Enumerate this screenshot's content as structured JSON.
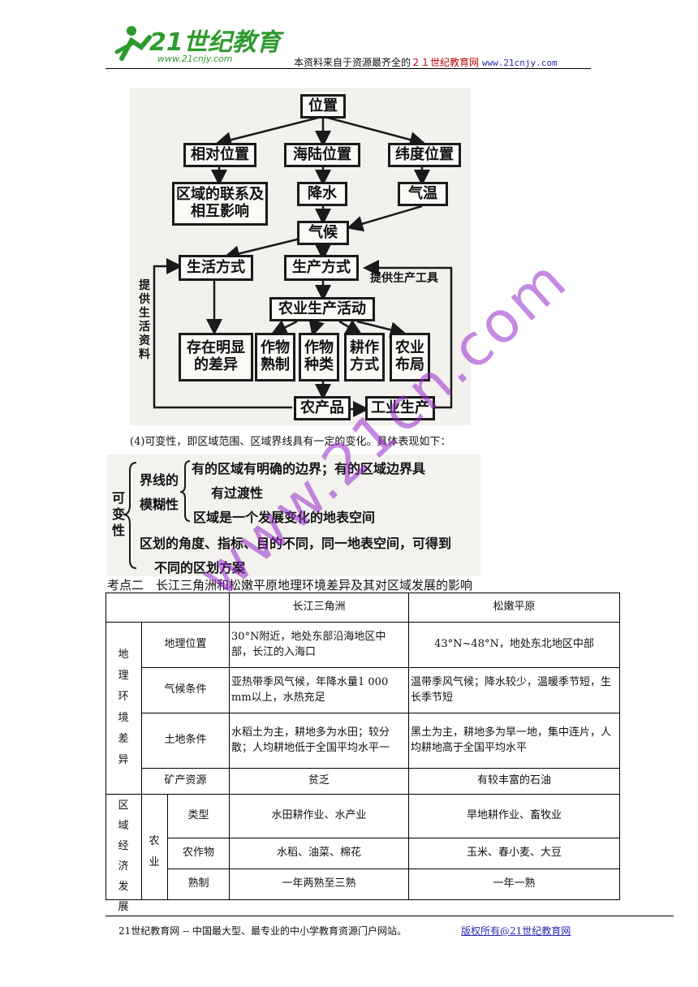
{
  "header": {
    "logo_text": "21世纪教育",
    "logo_url": "www.21cnjy.com",
    "line_prefix": "本资料来自于资源最齐全的",
    "line_brand": "２１世纪教育网",
    "line_url": "www.21cnjy.com"
  },
  "diagram": {
    "top": "位置",
    "relative": "相对位置",
    "landsea": "海陆位置",
    "latitude": "纬度位置",
    "link": "区域的联系及相互影响",
    "rain": "降水",
    "temp": "气温",
    "climate": "气候",
    "life": "生活方式",
    "production": "生产方式",
    "agri": "农业生产活动",
    "diff": "存在明显的差异",
    "crop_system": "作物熟制",
    "crop_type": "作物种类",
    "farming": "耕作方式",
    "layout": "农业布局",
    "products": "农产品",
    "industry": "工业生产",
    "left_label": "提供生活资料",
    "right_label": "提供生产工具"
  },
  "item4": "(4)可变性，即区域范围、区域界线具有一定的变化。具体表现如下：",
  "variability": {
    "main": "可变性",
    "boundary_label_1": "界线的",
    "boundary_label_2": "模糊性",
    "b1": "有的区域有明确的边界；有的区域边界具",
    "b2": "有过渡性",
    "b3": "区域是一个发展变化的地表空间",
    "r1": "区划的角度、指标、目的不同，同一地表空间，可得到",
    "r2": "不同的区划方案"
  },
  "section_title": "考点二　长江三角洲和松嫩平原地理环境差异及其对区域发展的影响",
  "table": {
    "col_a": "长江三角洲",
    "col_b": "松嫩平原",
    "group1": "地理环境差异",
    "group2": "区域经济发展",
    "sub_agri": "农业",
    "rows": [
      {
        "label": "地理位置",
        "a": "30°N附近，地处东部沿海地区中部，长江的入海口",
        "b": "43°N~48°N，地处东北地区中部"
      },
      {
        "label": "气候条件",
        "a": "亚热带季风气候，年降水量1 000 mm以上，水热充足",
        "b": "温带季风气候；降水较少，温暖季节短，生长季节短"
      },
      {
        "label": "土地条件",
        "a": "水稻土为主，耕地多为水田；较分散；人均耕地低于全国平均水平一",
        "b": "黑土为主，耕地多为旱一地，集中连片，人均耕地高于全国平均水平"
      },
      {
        "label": "矿产资源",
        "a": "贫乏",
        "b": "有较丰富的石油"
      },
      {
        "label": "类型",
        "a": "水田耕作业、水产业",
        "b": "旱地耕作业、畜牧业"
      },
      {
        "label": "农作物",
        "a": "水稻、油菜、棉花",
        "b": "玉米、春小麦、大豆"
      },
      {
        "label": "熟制",
        "a": "一年两熟至三熟",
        "b": "一年一熟"
      }
    ]
  },
  "footer": {
    "text": "21世纪教育网 -- 中国最大型、最专业的中小学教育资源门户网站。",
    "link": "版权所有@21世纪教育网"
  },
  "watermark": "www.21cn.com"
}
